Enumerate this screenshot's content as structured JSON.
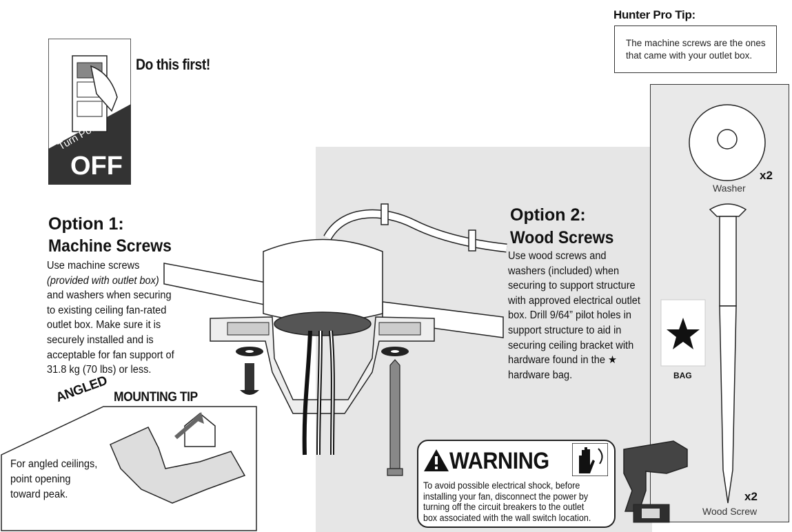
{
  "pro_tip": {
    "title": "Hunter Pro Tip:",
    "text": "The machine screws are the ones that came with your outlet box."
  },
  "power_card": {
    "line1": "Turn Power",
    "line2": "OFF",
    "caption": "Do this first!"
  },
  "option1": {
    "title": "Option 1:",
    "subtitle": "Machine Screws",
    "text_a": "Use machine screws",
    "text_italic": "(provided with outlet box)",
    "text_b": "and washers when securing to existing ceiling fan-rated outlet box. Make sure it is securely installed and is acceptable for fan support of 31.8 kg (70 lbs) or less."
  },
  "option2": {
    "title": "Option 2:",
    "subtitle": "Wood Screws",
    "text_a": "Use wood screws and washers (included) when securing to support structure with approved electrical outlet box. Drill 9/64” pilot holes in support structure to aid in securing ceiling bracket with hardware found in the",
    "star_glyph": "★",
    "text_b": "hardware bag."
  },
  "mounting_tip": {
    "word1": "ANGLED",
    "word2": "MOUNTING TIP",
    "text": "For angled ceilings, point opening toward peak."
  },
  "warning": {
    "title": "WARNING",
    "text": "To avoid possible electrical shock, before installing your fan, disconnect the power by turning off the circuit breakers to the outlet box associated with the wall switch location."
  },
  "hardware": {
    "washer_label": "Washer",
    "washer_count": "x2",
    "screw_label": "Wood Screw",
    "screw_count": "x2",
    "bag_label": "BAG"
  },
  "icons": [
    "light-switch-icon",
    "warning-triangle-icon",
    "electric-hand-icon",
    "house-icon",
    "drill-icon",
    "star-icon"
  ]
}
